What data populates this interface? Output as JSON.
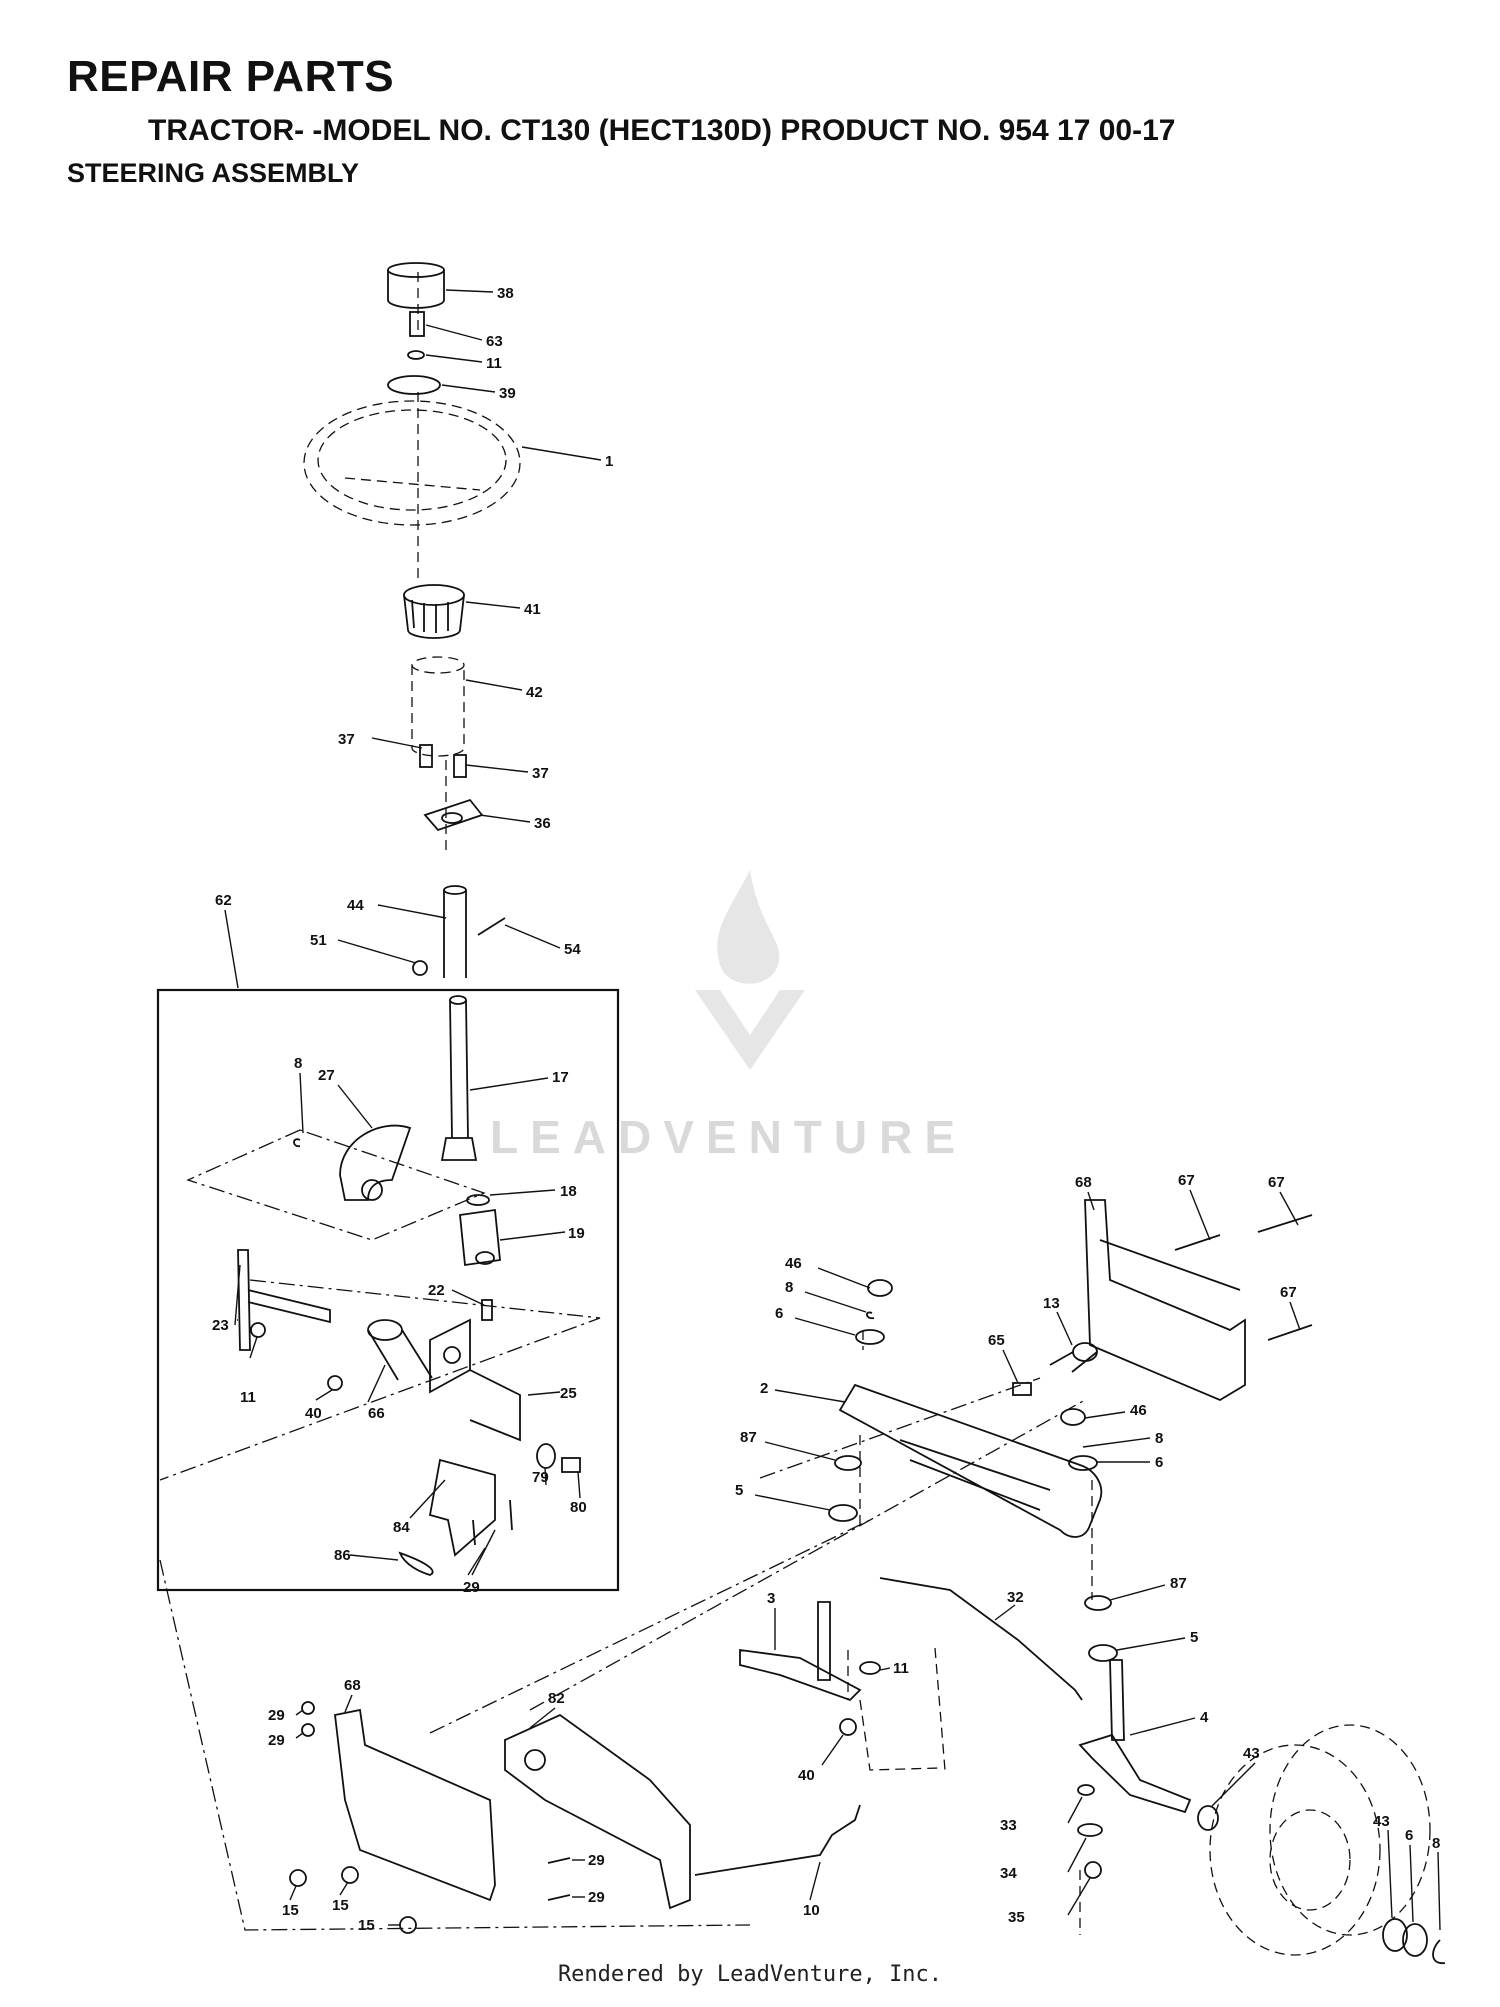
{
  "header": {
    "title": "REPAIR PARTS",
    "subtitle": "TRACTOR- -MODEL NO. CT130 (HECT130D) PRODUCT NO. 954 17 00-17",
    "section": "STEERING ASSEMBLY"
  },
  "watermark": {
    "text": "LEADVENTURE",
    "icon": "flame-v-logo-icon"
  },
  "footer": {
    "text": "Rendered by LeadVenture, Inc."
  },
  "callouts": [
    {
      "id": "c38",
      "label": "38"
    },
    {
      "id": "c63",
      "label": "63"
    },
    {
      "id": "c11a",
      "label": "11"
    },
    {
      "id": "c39",
      "label": "39"
    },
    {
      "id": "c1",
      "label": "1"
    },
    {
      "id": "c41",
      "label": "41"
    },
    {
      "id": "c42",
      "label": "42"
    },
    {
      "id": "c37a",
      "label": "37"
    },
    {
      "id": "c37b",
      "label": "37"
    },
    {
      "id": "c36",
      "label": "36"
    },
    {
      "id": "c62",
      "label": "62"
    },
    {
      "id": "c44",
      "label": "44"
    },
    {
      "id": "c51",
      "label": "51"
    },
    {
      "id": "c54",
      "label": "54"
    },
    {
      "id": "c17",
      "label": "17"
    },
    {
      "id": "c8a",
      "label": "8"
    },
    {
      "id": "c27",
      "label": "27"
    },
    {
      "id": "c18",
      "label": "18"
    },
    {
      "id": "c19",
      "label": "19"
    },
    {
      "id": "c22",
      "label": "22"
    },
    {
      "id": "c23",
      "label": "23"
    },
    {
      "id": "c11b",
      "label": "11"
    },
    {
      "id": "c40a",
      "label": "40"
    },
    {
      "id": "c66",
      "label": "66"
    },
    {
      "id": "c25",
      "label": "25"
    },
    {
      "id": "c79",
      "label": "79"
    },
    {
      "id": "c80",
      "label": "80"
    },
    {
      "id": "c84",
      "label": "84"
    },
    {
      "id": "c86",
      "label": "86"
    },
    {
      "id": "c29a",
      "label": "29"
    },
    {
      "id": "c68a",
      "label": "68"
    },
    {
      "id": "c67a",
      "label": "67"
    },
    {
      "id": "c67b",
      "label": "67"
    },
    {
      "id": "c67c",
      "label": "67"
    },
    {
      "id": "c46a",
      "label": "46"
    },
    {
      "id": "c8b",
      "label": "8"
    },
    {
      "id": "c6a",
      "label": "6"
    },
    {
      "id": "c13",
      "label": "13"
    },
    {
      "id": "c65",
      "label": "65"
    },
    {
      "id": "c2",
      "label": "2"
    },
    {
      "id": "c46b",
      "label": "46"
    },
    {
      "id": "c8c",
      "label": "8"
    },
    {
      "id": "c6b",
      "label": "6"
    },
    {
      "id": "c87a",
      "label": "87"
    },
    {
      "id": "c5a",
      "label": "5"
    },
    {
      "id": "c87b",
      "label": "87"
    },
    {
      "id": "c5b",
      "label": "5"
    },
    {
      "id": "c3",
      "label": "3"
    },
    {
      "id": "c32",
      "label": "32"
    },
    {
      "id": "c11c",
      "label": "11"
    },
    {
      "id": "c4",
      "label": "4"
    },
    {
      "id": "c40b",
      "label": "40"
    },
    {
      "id": "c43a",
      "label": "43"
    },
    {
      "id": "c43b",
      "label": "43"
    },
    {
      "id": "c6c",
      "label": "6"
    },
    {
      "id": "c8d",
      "label": "8"
    },
    {
      "id": "c33",
      "label": "33"
    },
    {
      "id": "c34",
      "label": "34"
    },
    {
      "id": "c35",
      "label": "35"
    },
    {
      "id": "c10",
      "label": "10"
    },
    {
      "id": "c68b",
      "label": "68"
    },
    {
      "id": "c29b",
      "label": "29"
    },
    {
      "id": "c29c",
      "label": "29"
    },
    {
      "id": "c82",
      "label": "82"
    },
    {
      "id": "c29d",
      "label": "29"
    },
    {
      "id": "c29e",
      "label": "29"
    },
    {
      "id": "c15a",
      "label": "15"
    },
    {
      "id": "c15b",
      "label": "15"
    },
    {
      "id": "c15c",
      "label": "15"
    }
  ]
}
